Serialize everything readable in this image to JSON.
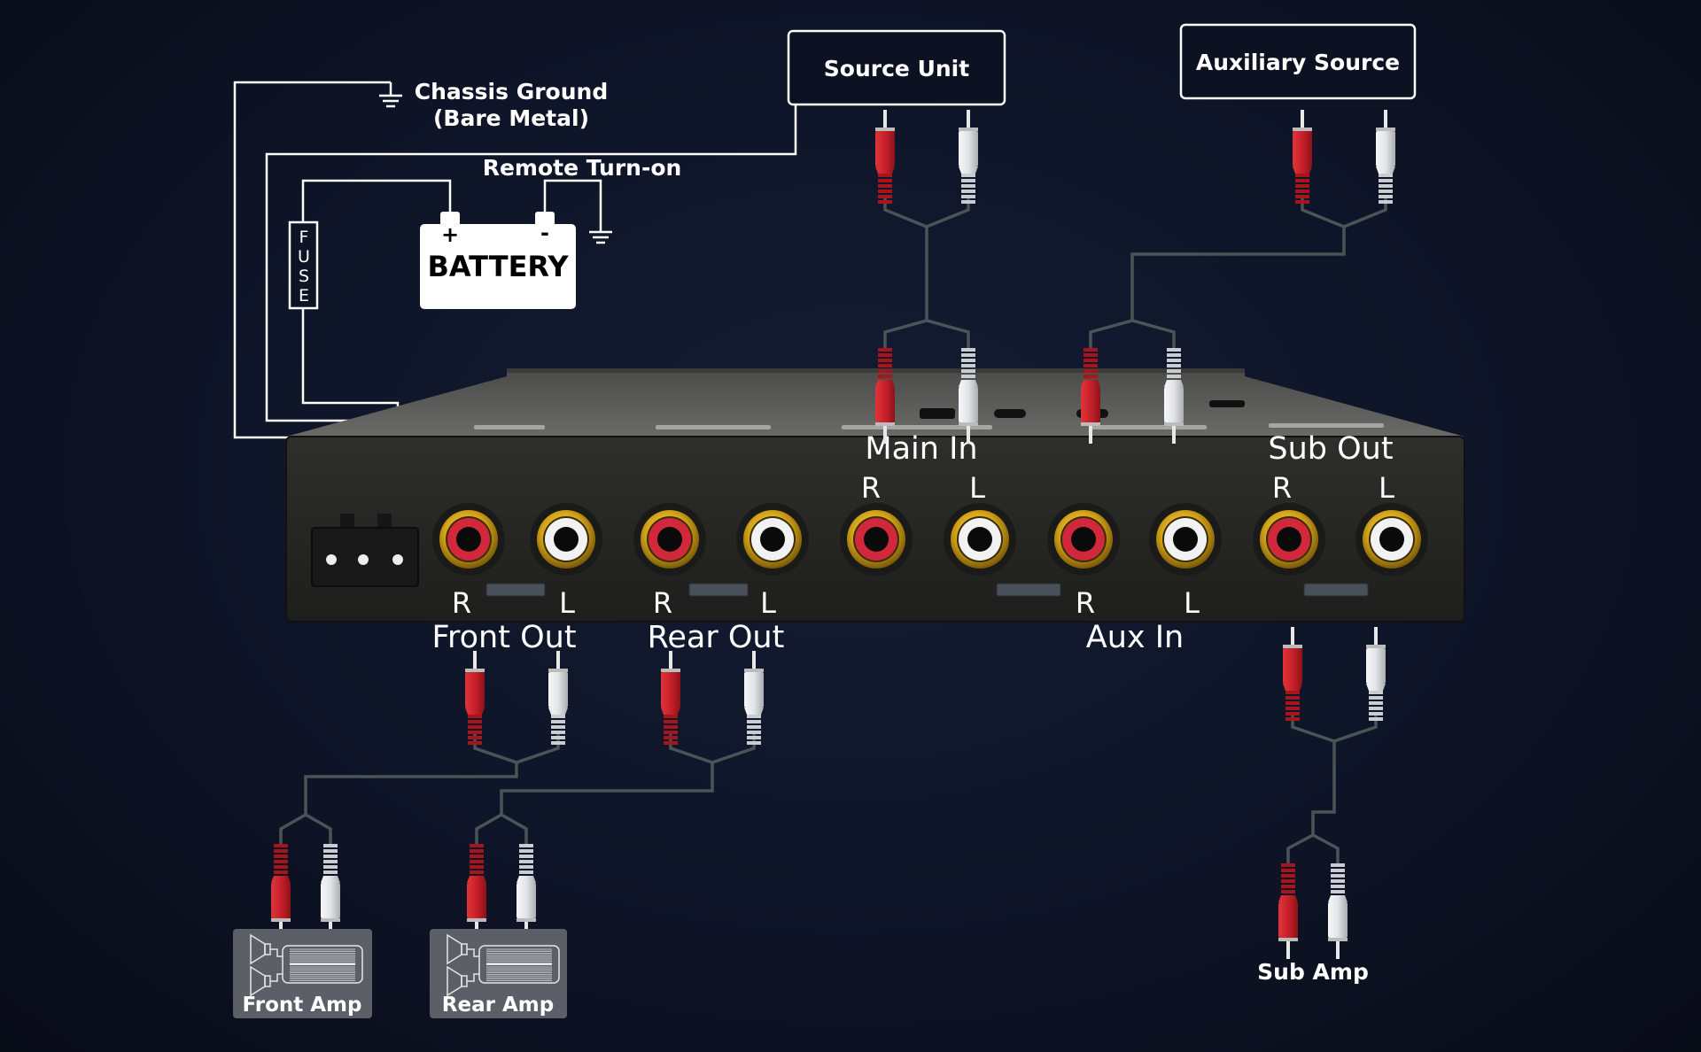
{
  "diagram": {
    "title_context": "Equalizer / line driver wiring diagram",
    "colors": {
      "background": "#0e1426",
      "wire": "#ffffff",
      "cable": "#4a5457",
      "rca_red": "#c8202a",
      "rca_white": "#e4e7ea",
      "jack_gold": "#d4a418",
      "device_face": "#262626",
      "device_top": "#5b5b59",
      "amp_box": "#5c5f68"
    },
    "power": {
      "chassis_ground_line1": "Chassis Ground",
      "chassis_ground_line2": "(Bare Metal)",
      "remote_label": "Remote Turn-on",
      "battery_label": "BATTERY",
      "battery_plus": "+",
      "battery_minus": "-",
      "fuse_label": [
        "F",
        "U",
        "S",
        "E"
      ]
    },
    "sources": {
      "source_unit": "Source Unit",
      "auxiliary_source": "Auxiliary Source"
    },
    "device": {
      "top_groups": [
        {
          "name": "Main In",
          "left": "R",
          "right": "L"
        },
        {
          "name": "Sub Out",
          "left": "R",
          "right": "L"
        }
      ],
      "bottom_groups": [
        {
          "name": "Front Out",
          "left": "R",
          "right": "L"
        },
        {
          "name": "Rear Out",
          "left": "R",
          "right": "L"
        },
        {
          "name": "Aux In",
          "left": "R",
          "right": "L"
        }
      ],
      "jacks": [
        {
          "channel": "R",
          "color": "red",
          "group": "Front Out"
        },
        {
          "channel": "L",
          "color": "white",
          "group": "Front Out"
        },
        {
          "channel": "R",
          "color": "red",
          "group": "Rear Out"
        },
        {
          "channel": "L",
          "color": "white",
          "group": "Rear Out"
        },
        {
          "channel": "R",
          "color": "red",
          "group": "Main In"
        },
        {
          "channel": "L",
          "color": "white",
          "group": "Main In"
        },
        {
          "channel": "R",
          "color": "red",
          "group": "Aux In"
        },
        {
          "channel": "L",
          "color": "white",
          "group": "Aux In"
        },
        {
          "channel": "R",
          "color": "red",
          "group": "Sub Out"
        },
        {
          "channel": "L",
          "color": "white",
          "group": "Sub Out"
        }
      ],
      "power_terminals": 3
    },
    "outputs": {
      "front_amp": "Front Amp",
      "rear_amp": "Rear Amp",
      "sub_amp": "Sub Amp"
    }
  }
}
